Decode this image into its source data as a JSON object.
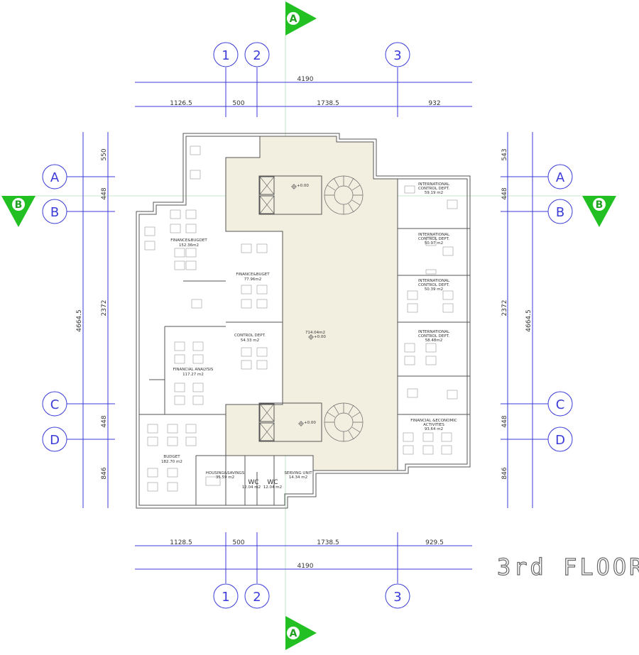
{
  "drawing": {
    "title": "3rd FLOOR"
  },
  "grid_axes": {
    "columns": [
      "1",
      "2",
      "3"
    ],
    "rows": [
      "A",
      "B",
      "C",
      "D"
    ]
  },
  "section_markers": {
    "horizontal": "A",
    "vertical": "B"
  },
  "dimensions": {
    "top_total": "4190",
    "top_segments": [
      "1126.5",
      "500",
      "1738.5",
      "932"
    ],
    "bottom_total": "4190",
    "bottom_segments": [
      "1128.5",
      "500",
      "1738.5",
      "929.5"
    ],
    "left_total": "4664.5",
    "left_segments": [
      "550",
      "448",
      "2372",
      "448",
      "846"
    ],
    "right_total": "4664.5",
    "right_segments": [
      "543",
      "448",
      "2372",
      "448",
      "846"
    ]
  },
  "rooms": {
    "finance_budget_left": [
      "FINANCE&BUGDET",
      "152.36m2"
    ],
    "financial_analysis": [
      "FINANCIAL ANALYSIS",
      "117.27 m2"
    ],
    "budget": [
      "BUDGET",
      "182.70 m2"
    ],
    "finance_budget_center": [
      "FINANCE&BUGET",
      "77.96m2"
    ],
    "control_dept": [
      "CONTROL DEPT.",
      "54.33 m2"
    ],
    "core_area": [
      "714.04m2"
    ],
    "intl_control_1": [
      "INTERNATIONAL",
      "CONTROL DEPT.",
      "59.19 m2"
    ],
    "intl_control_2": [
      "INTERNATIONAL",
      "CONTROL DEPT.",
      "50.97 m2"
    ],
    "intl_control_3": [
      "INTERNATIONAL",
      "CONTROL DEPT.",
      "50.39 m2"
    ],
    "intl_control_4": [
      "INTERNATIONAL",
      "CONTROL DEPT.",
      "58.48m2"
    ],
    "financial_economic": [
      "FINANCIAL &ECONOMIC",
      "ACTIVITIES",
      "93.64 m2"
    ],
    "housing_savings": [
      "HOUSING&SAVINGS",
      "35.59 m2"
    ],
    "wc_1": [
      "WC",
      "12.04 m2"
    ],
    "wc_2": [
      "WC",
      "12.04 m2"
    ],
    "serving_unit": [
      "SERVING UNIT",
      "14.34 m2"
    ]
  },
  "level_marks": [
    "+0.00",
    "+0.00",
    "+0.00"
  ],
  "colors": {
    "grid": "#3b3bd8",
    "section_marker": "#22c022",
    "core_fill": "#f3efe0"
  }
}
